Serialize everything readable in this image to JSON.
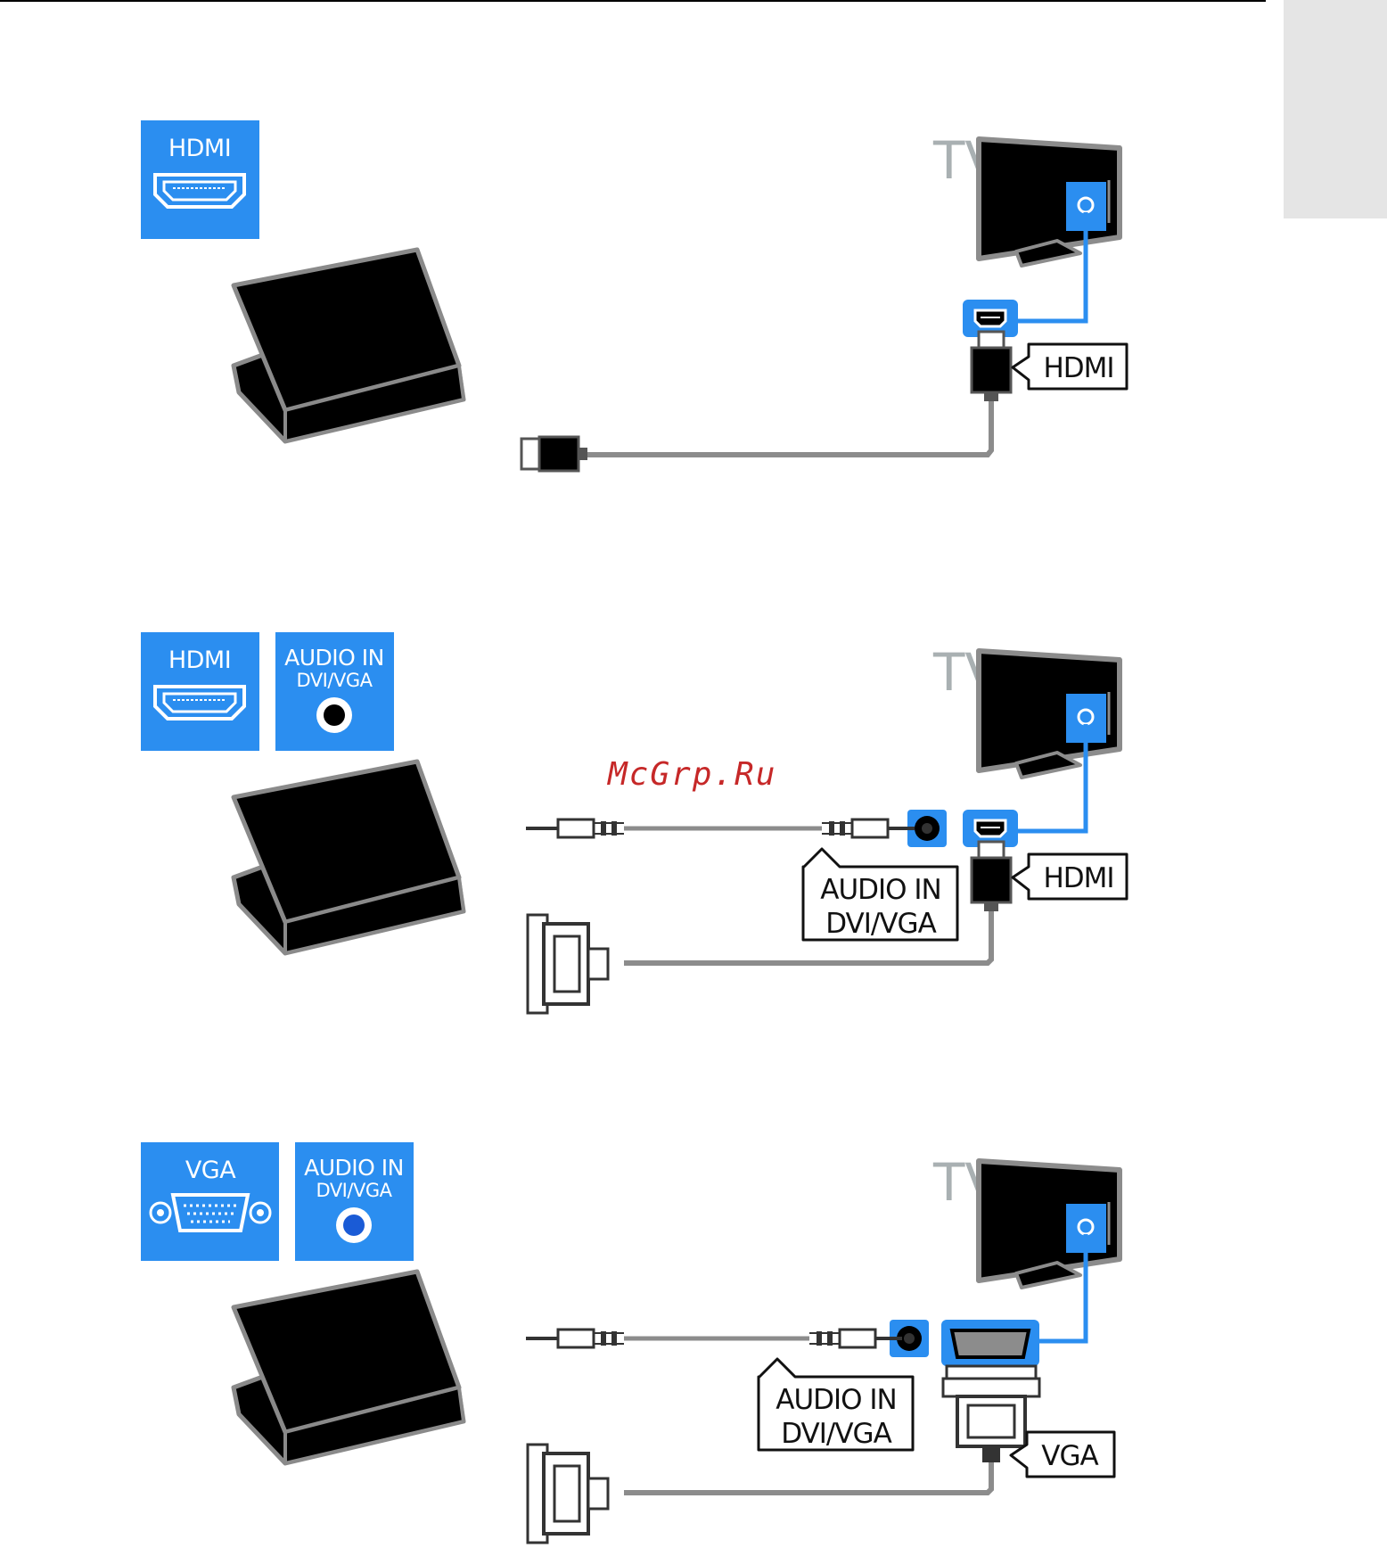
{
  "side_tab_color": "#e5e5e5",
  "accent_color": "#2b8ef0",
  "watermark": "McGrp.Ru",
  "panels": [
    {
      "icons": [
        {
          "label": "HDMI",
          "type": "hdmi-port"
        }
      ],
      "tv_label": "TV",
      "callouts": [
        {
          "text": "HDMI"
        }
      ]
    },
    {
      "icons": [
        {
          "label": "HDMI",
          "type": "hdmi-port"
        },
        {
          "label_line1": "AUDIO IN",
          "label_line2": "DVI/VGA",
          "type": "audio-jack"
        }
      ],
      "tv_label": "TV",
      "callouts": [
        {
          "text": "HDMI"
        },
        {
          "line1": "AUDIO IN",
          "line2": "DVI/VGA"
        }
      ]
    },
    {
      "icons": [
        {
          "label": "VGA",
          "type": "vga-port"
        },
        {
          "label_line1": "AUDIO IN",
          "label_line2": "DVI/VGA",
          "type": "audio-jack"
        }
      ],
      "tv_label": "TV",
      "callouts": [
        {
          "text": "VGA"
        },
        {
          "line1": "AUDIO IN",
          "line2": "DVI/VGA"
        }
      ]
    }
  ]
}
